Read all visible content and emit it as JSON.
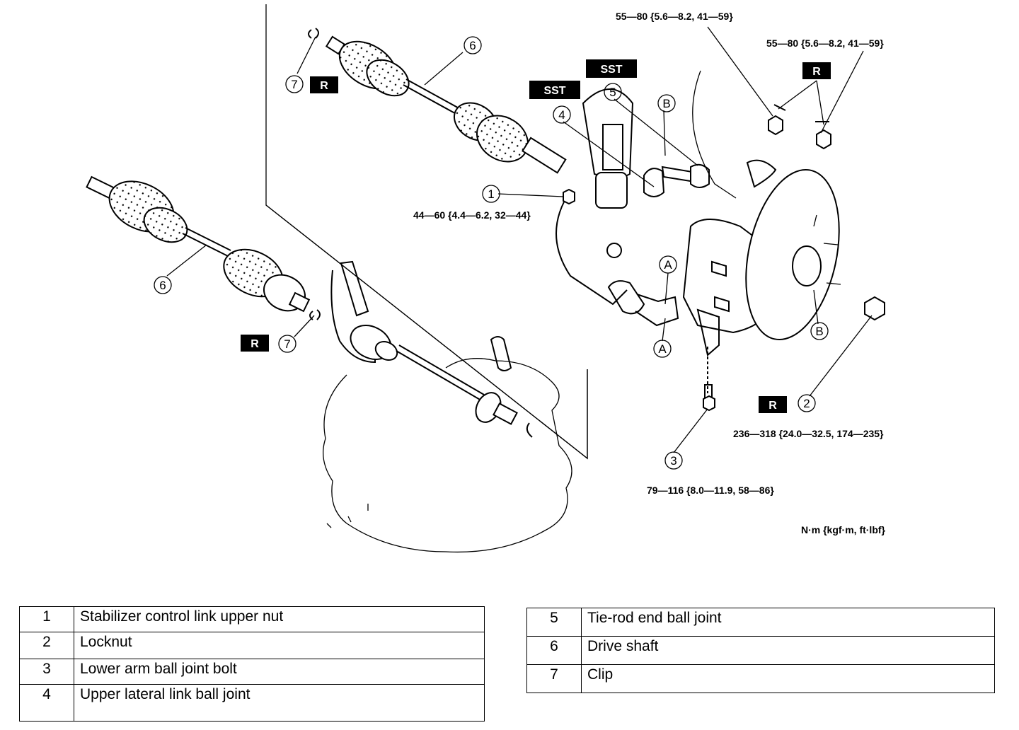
{
  "torques": {
    "top1": "55—80 {5.6—8.2, 41—59}",
    "top2": "55—80 {5.6—8.2, 41—59}",
    "part1": "44—60 {4.4—6.2, 32—44}",
    "part2": "236—318 {24.0—32.5, 174—235}",
    "part3": "79—116 {8.0—11.9, 58—86}",
    "units": "N·m {kgf·m, ft·lbf}"
  },
  "tags": {
    "sst": "SST",
    "replace": "R"
  },
  "callouts": {
    "c1": "1",
    "c2": "2",
    "c3": "3",
    "c4": "4",
    "c5": "5",
    "c6": "6",
    "c7": "7",
    "ca": "A",
    "cb": "B"
  },
  "legend_left": [
    {
      "num": "1",
      "desc": "Stabilizer control link upper nut"
    },
    {
      "num": "2",
      "desc": "Locknut"
    },
    {
      "num": "3",
      "desc": "Lower arm ball joint bolt"
    },
    {
      "num": "4",
      "desc": "Upper lateral link ball joint"
    }
  ],
  "legend_right": [
    {
      "num": "5",
      "desc": "Tie-rod end ball joint"
    },
    {
      "num": "6",
      "desc": "Drive shaft"
    },
    {
      "num": "7",
      "desc": "Clip"
    }
  ]
}
